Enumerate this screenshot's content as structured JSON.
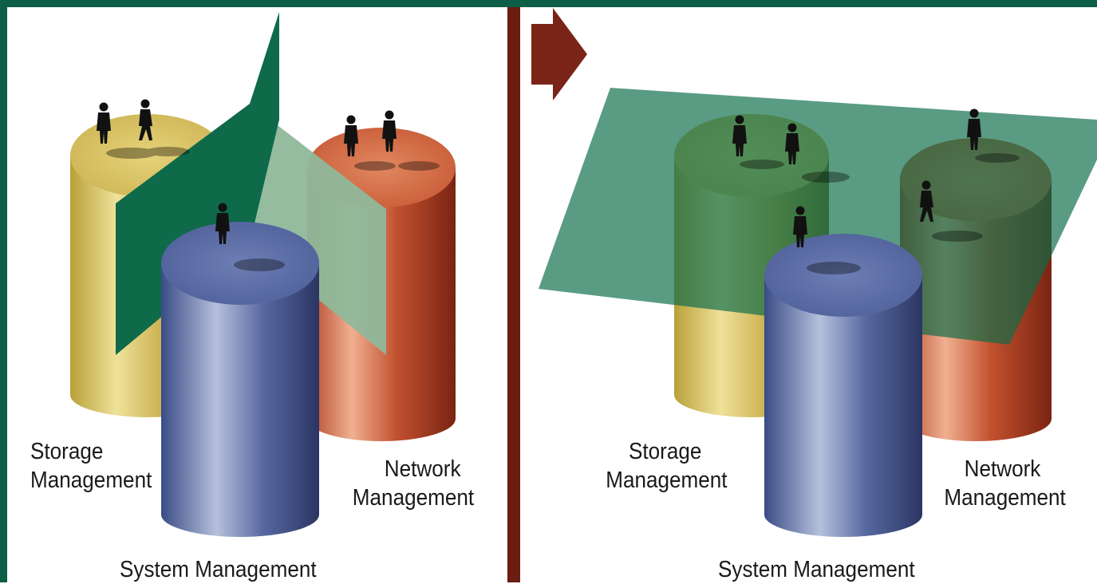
{
  "colors": {
    "frame": "#0d5e46",
    "divider": "#6b1d12",
    "arrow": "#7a2418",
    "silo_plane": "#0f6a4a",
    "silo_plane_light": "#8fb89a",
    "shared_plane": "#0c6b48",
    "storage_cylinder": "#c9b24a",
    "network_cylinder": "#c0472a",
    "system_cylinder": "#4a5f9c",
    "person": "#111111"
  },
  "icons": {
    "transition_arrow": "right-arrow-icon",
    "person": "person-icon"
  },
  "left_panel": {
    "storage": {
      "line1": "Storage",
      "line2": "Management"
    },
    "network": {
      "line1": "Network",
      "line2": "Management"
    },
    "system": "System Management"
  },
  "right_panel": {
    "storage": {
      "line1": "Storage",
      "line2": "Management"
    },
    "network": {
      "line1": "Network",
      "line2": "Management"
    },
    "system": "System Management"
  }
}
